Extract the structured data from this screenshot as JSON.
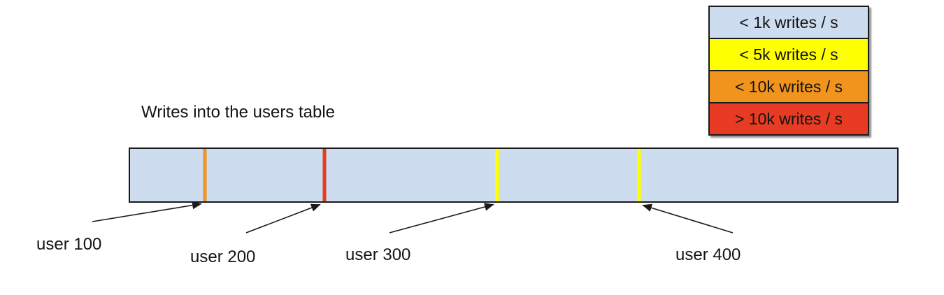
{
  "title": "Writes into the users table",
  "colors": {
    "bar_fill": "#cddcef",
    "blue": "#cddcef",
    "yellow": "#feff00",
    "orange": "#f0941e",
    "red": "#e73b23",
    "outline": "#1a1a1a"
  },
  "legend": {
    "items": [
      {
        "label": "< 1k writes / s",
        "color": "#cddcef"
      },
      {
        "label": "< 5k writes / s",
        "color": "#feff00"
      },
      {
        "label": "< 10k writes / s",
        "color": "#f0941e"
      },
      {
        "label": "> 10k writes / s",
        "color": "#e73b23"
      }
    ]
  },
  "table_bar": {
    "fill": "#cddcef",
    "markers": [
      {
        "user": "user 100",
        "rate_category": "< 10k writes / s",
        "color": "#f0941e",
        "position_pct": "9.75%"
      },
      {
        "user": "user 200",
        "rate_category": "> 10k writes / s",
        "color": "#e73b23",
        "position_pct": "25.35%"
      },
      {
        "user": "user 300",
        "rate_category": "< 5k writes / s",
        "color": "#feff00",
        "position_pct": "47.9%"
      },
      {
        "user": "user 400",
        "rate_category": "< 5k writes / s",
        "color": "#feff00",
        "position_pct": "66.4%"
      }
    ]
  }
}
